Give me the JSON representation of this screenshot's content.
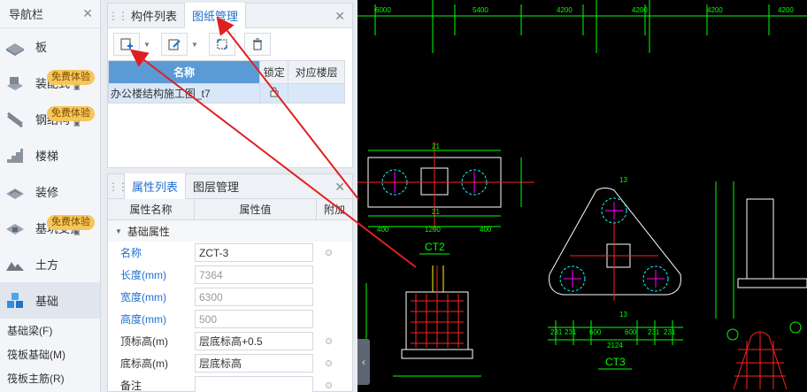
{
  "nav": {
    "title": "导航栏",
    "items": [
      {
        "label": "板"
      },
      {
        "label": "装配式",
        "badge": "免费体验"
      },
      {
        "label": "钢结构",
        "badge": "免费体验"
      },
      {
        "label": "楼梯"
      },
      {
        "label": "装修"
      },
      {
        "label": "基坑支护",
        "badge": "免费体验"
      },
      {
        "label": "土方"
      },
      {
        "label": "基础"
      }
    ],
    "sub_items": [
      "基础梁(F)",
      "筏板基础(M)",
      "筏板主筋(R)"
    ]
  },
  "top_panel": {
    "tab_components": "构件列表",
    "tab_drawings": "图纸管理",
    "table": {
      "headers": [
        "名称",
        "锁定",
        "对应楼层"
      ],
      "rows": [
        {
          "name": "办公楼结构施工图_t7",
          "lock": "",
          "floor": ""
        }
      ]
    }
  },
  "bottom_panel": {
    "tab_props": "属性列表",
    "tab_layers": "图层管理",
    "headers": [
      "属性名称",
      "属性值",
      "附加"
    ],
    "group": "基础属性",
    "rows": [
      {
        "name": "名称",
        "value": "ZCT-3"
      },
      {
        "name": "长度(mm)",
        "value": "7364"
      },
      {
        "name": "宽度(mm)",
        "value": "6300"
      },
      {
        "name": "高度(mm)",
        "value": "500"
      },
      {
        "name": "顶标高(m)",
        "value": "层底标高+0.5"
      },
      {
        "name": "底标高(m)",
        "value": "层底标高"
      },
      {
        "name": "备注",
        "value": ""
      }
    ]
  },
  "cad": {
    "dims_top": [
      "6000",
      "5400",
      "4200",
      "4200",
      "4200",
      "4200"
    ],
    "dim_21a": "21",
    "dim_21b": "21",
    "dim_400a": "400",
    "dim_1200": "1200",
    "dim_400b": "400",
    "label_ct2": "CT2",
    "label_ct3": "CT3",
    "dim_13a": "13",
    "dim_13b": "13",
    "dim_2124": "2124",
    "bottom_dims": [
      "231",
      "231",
      "600",
      "600",
      "231",
      "231"
    ]
  },
  "colors": {
    "accent": "#1f6fd0",
    "badge": "#f6c65b",
    "header_blue": "#5b9bd5",
    "cad_green": "#00ff00",
    "cad_magenta": "#ff00ff",
    "cad_cyan": "#00ffff",
    "cad_red": "#ff2020",
    "arrow_red": "#e02020"
  }
}
